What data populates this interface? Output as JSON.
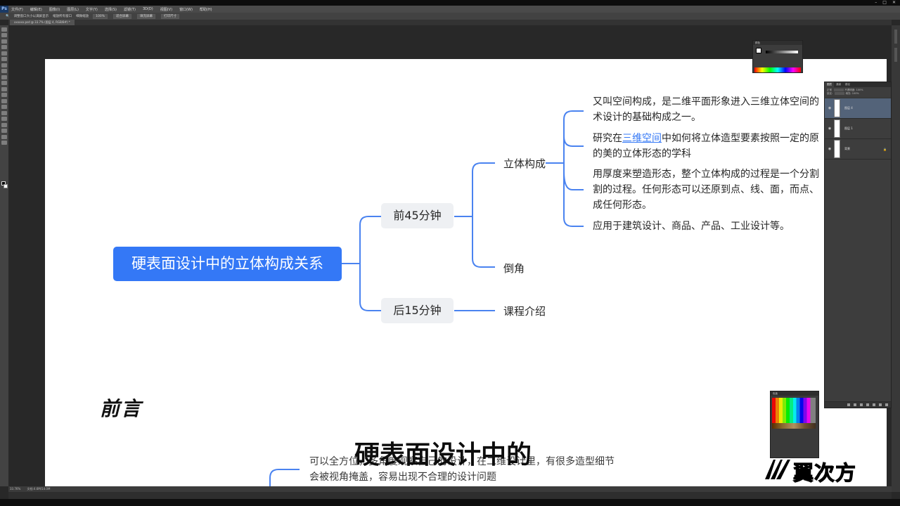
{
  "menu": {
    "app_icon": "Ps",
    "items": [
      "文件(F)",
      "编辑(E)",
      "图像(I)",
      "图层(L)",
      "文字(Y)",
      "选择(S)",
      "滤镜(T)",
      "3D(D)",
      "视图(V)",
      "窗口(W)",
      "帮助(H)"
    ]
  },
  "options_bar": {
    "items": [
      "调整窗口大小以满屏显示",
      "缩放所有窗口",
      "细微缩放"
    ],
    "buttons": [
      "100%",
      "适合屏幕",
      "填充屏幕",
      "打印尺寸"
    ]
  },
  "document": {
    "tab_label": "xxxxxx.psd @ 33.7% (图层 4, RGB/8#) *"
  },
  "mindmap": {
    "root": "硬表面设计中的立体构成关系",
    "branches": [
      {
        "label": "前45分钟",
        "children": [
          {
            "label": "立体构成"
          },
          {
            "label": "倒角"
          }
        ]
      },
      {
        "label": "后15分钟",
        "children": [
          {
            "label": "课程介绍"
          }
        ]
      }
    ],
    "descriptions": [
      {
        "lines": [
          "又叫空间构成，是二维平面形象进入三维立体空间的",
          "术设计的基础构成之一。"
        ]
      },
      {
        "pre": "研究在",
        "link": "三维空间",
        "post": "中如何将立体造型要素按照一定的原",
        "line2": "的美的立体形态的学科"
      },
      {
        "lines": [
          "用厚度来塑造形态，整个立体构成的过程是一个分割",
          "割的过程。任何形态可以还原到点、线、面，而点、",
          "成任何形态。"
        ]
      },
      {
        "lines": [
          "应用于建筑设计、商品、产品、工业设计等。"
        ]
      }
    ]
  },
  "section": {
    "heading": "前言",
    "body_lines": [
      "可以全方位，多角度观察自己的设计，在二维设计里，有很多造型细节",
      "会被视角掩盖，容易出现不合理的设计问题"
    ]
  },
  "caption": "硬表面设计中的",
  "logo_text": "翼次方",
  "panels": {
    "color_title": "颜色",
    "layers_tabs": [
      "图层",
      "通道",
      "路径"
    ],
    "layers_controls": [
      "正常",
      "不透明度:",
      "100%",
      "锁定:",
      "填充:",
      "100%"
    ],
    "layers": [
      {
        "name": "图层 4",
        "selected": true
      },
      {
        "name": "图层 1",
        "selected": false
      },
      {
        "name": "背景",
        "selected": false
      }
    ],
    "swatches_title": "色板"
  },
  "status": {
    "zoom": "33.76%",
    "doc_info": "文档:4.6M/14.0M"
  }
}
